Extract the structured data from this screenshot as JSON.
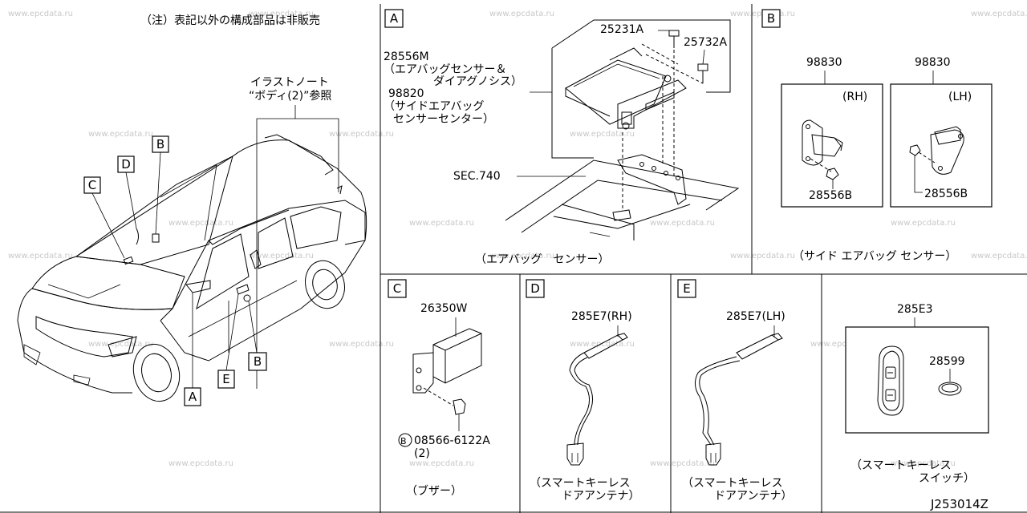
{
  "watermark": "www.epcdata.ru",
  "note": "（注）表記以外の構成部品は非販売",
  "illustration_note": {
    "line1": "イラストノート",
    "line2": "“ボディ(2)”参照"
  },
  "car_callouts": {
    "a": "A",
    "b": "B",
    "c": "C",
    "d": "D",
    "e": "E"
  },
  "panel_a": {
    "letter": "A",
    "part_25231a": "25231A",
    "part_25732a": "25732A",
    "part_28556m": "28556M",
    "desc_28556m_1": "（エアバッグセンサー＆",
    "desc_28556m_2": "ダイアグノシス）",
    "part_98820": "98820",
    "desc_98820_1": "（サイドエアバッグ",
    "desc_98820_2": "センサーセンター）",
    "sec": "SEC.740",
    "caption": "（エアバッグ　センサー）"
  },
  "panel_b": {
    "letter": "B",
    "part_left": "98830",
    "part_right": "98830",
    "rh": "(RH)",
    "lh": "(LH)",
    "nut_left": "28556B",
    "nut_right": "28556B",
    "caption": "（サイド エアバッグ センサー）"
  },
  "panel_c": {
    "letter": "C",
    "part": "26350W",
    "bolt_mark": "B",
    "bolt": "08566-6122A",
    "bolt_qty": "(2)",
    "caption": "（ブザー）"
  },
  "panel_d": {
    "letter": "D",
    "part": "285E7(RH)",
    "caption_1": "（スマートキーレス",
    "caption_2": "ドアアンテナ）"
  },
  "panel_e": {
    "letter": "E",
    "part": "285E7(LH)",
    "caption_1": "（スマートキーレス",
    "caption_2": "ドアアンテナ）"
  },
  "panel_f": {
    "part": "285E3",
    "battery": "28599",
    "caption_1": "（スマートキーレス",
    "caption_2": "スイッチ）"
  },
  "diagram_id": "J253014Z"
}
